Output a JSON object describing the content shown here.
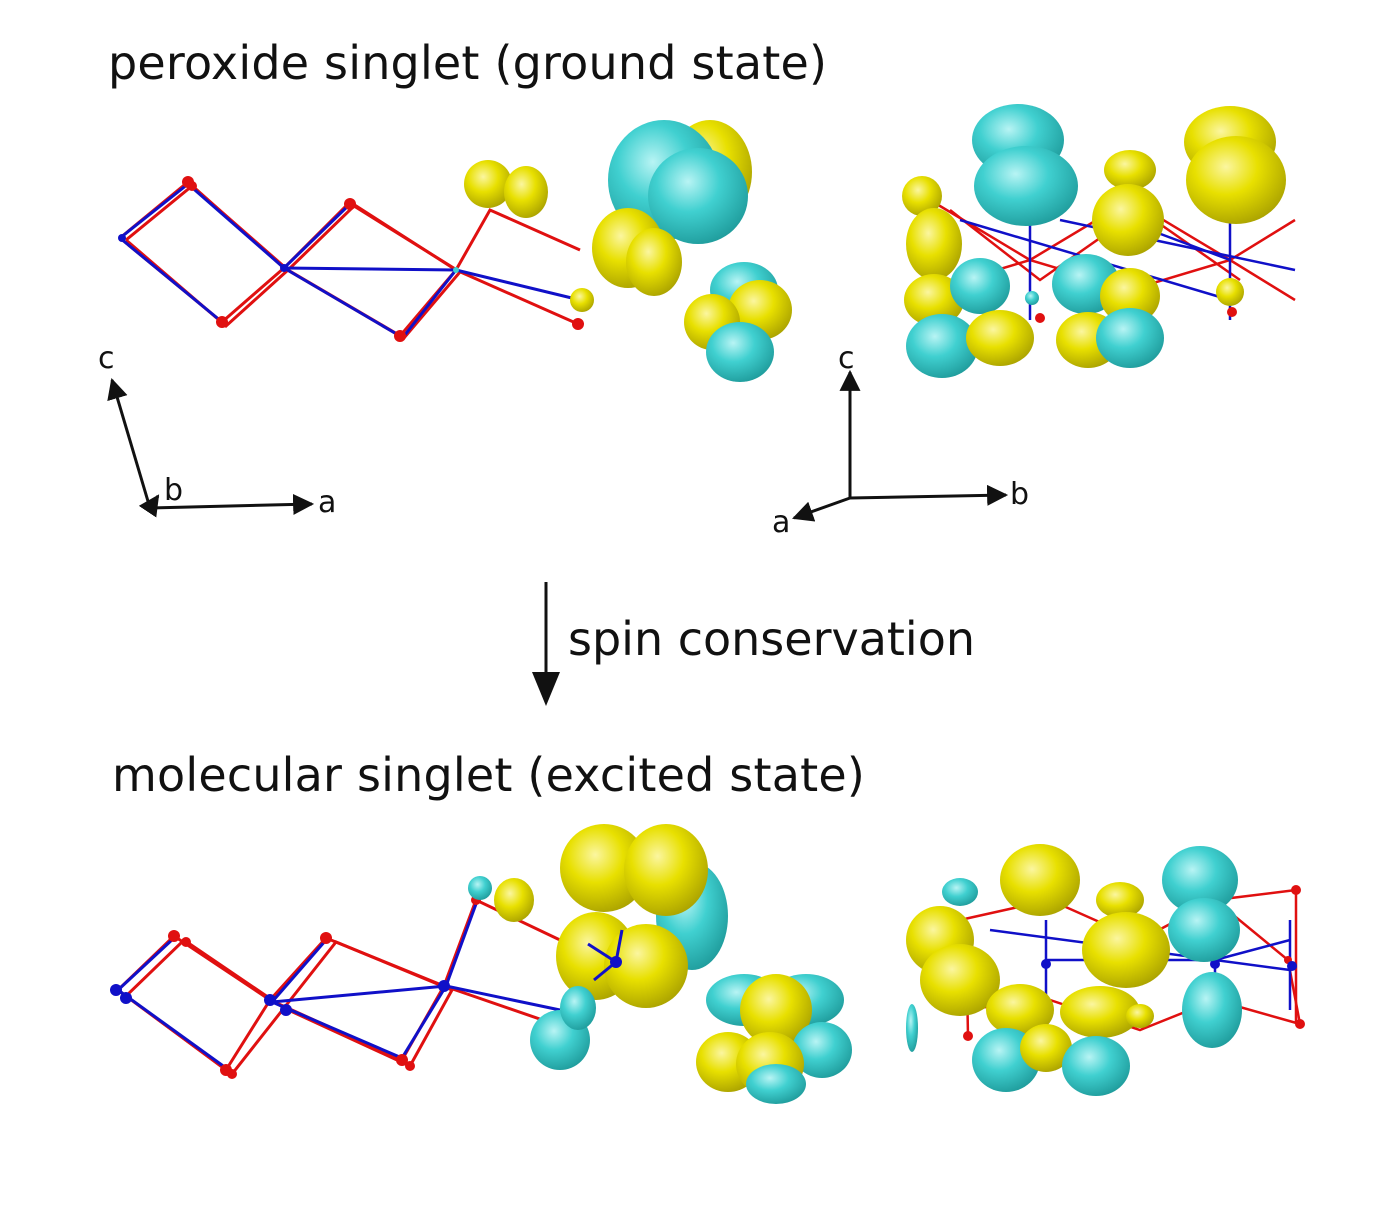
{
  "titles": {
    "ground": "peroxide singlet (ground state)",
    "excited": "molecular singlet (excited state)"
  },
  "transition": {
    "label": "spin conservation"
  },
  "axes": {
    "left": {
      "c": "c",
      "b": "b",
      "a": "a"
    },
    "right": {
      "c": "c",
      "b": "b",
      "a": "a"
    }
  },
  "colors": {
    "bond_red": "#e01010",
    "bond_blue": "#1010c8",
    "lobe_yellow": "#e8e000",
    "lobe_cyan": "#40d0d0"
  }
}
